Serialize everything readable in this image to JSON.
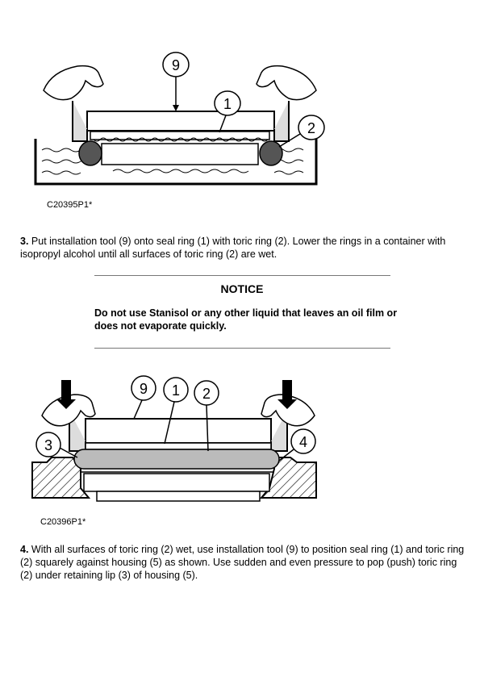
{
  "figure1": {
    "caption": "C20395P1*",
    "callouts": [
      "9",
      "1",
      "2"
    ]
  },
  "step3": {
    "number": "3.",
    "text": "Put installation tool (9) onto seal ring (1) with toric ring (2). Lower the rings in a container with isopropyl alcohol until all surfaces of toric ring (2) are wet."
  },
  "notice": {
    "title": "NOTICE",
    "text": "Do not use Stanisol or any other liquid that leaves an oil film or does not evaporate quickly."
  },
  "figure2": {
    "caption": "C20396P1*",
    "callouts": [
      "9",
      "1",
      "2",
      "3",
      "4"
    ]
  },
  "step4": {
    "number": "4.",
    "text": "With all surfaces of toric ring (2) wet, use installation tool (9) to position seal ring (1) and toric ring (2) squarely against housing (5) as shown. Use sudden and even pressure to pop (push) toric ring (2) under retaining lip (3) of housing (5)."
  }
}
